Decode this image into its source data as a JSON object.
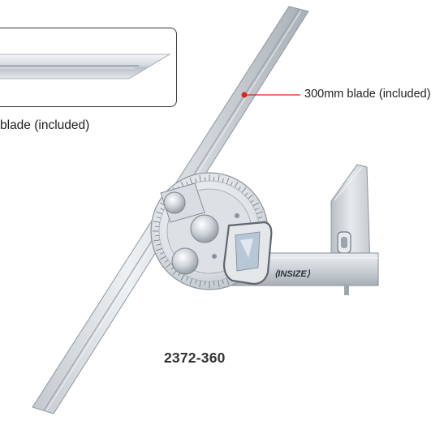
{
  "inset": {
    "caption": "blade (included)"
  },
  "callout": {
    "label": "300mm blade (included)",
    "color": "#d9251c"
  },
  "product": {
    "model": "2372-360",
    "brand": "INSIZE"
  }
}
